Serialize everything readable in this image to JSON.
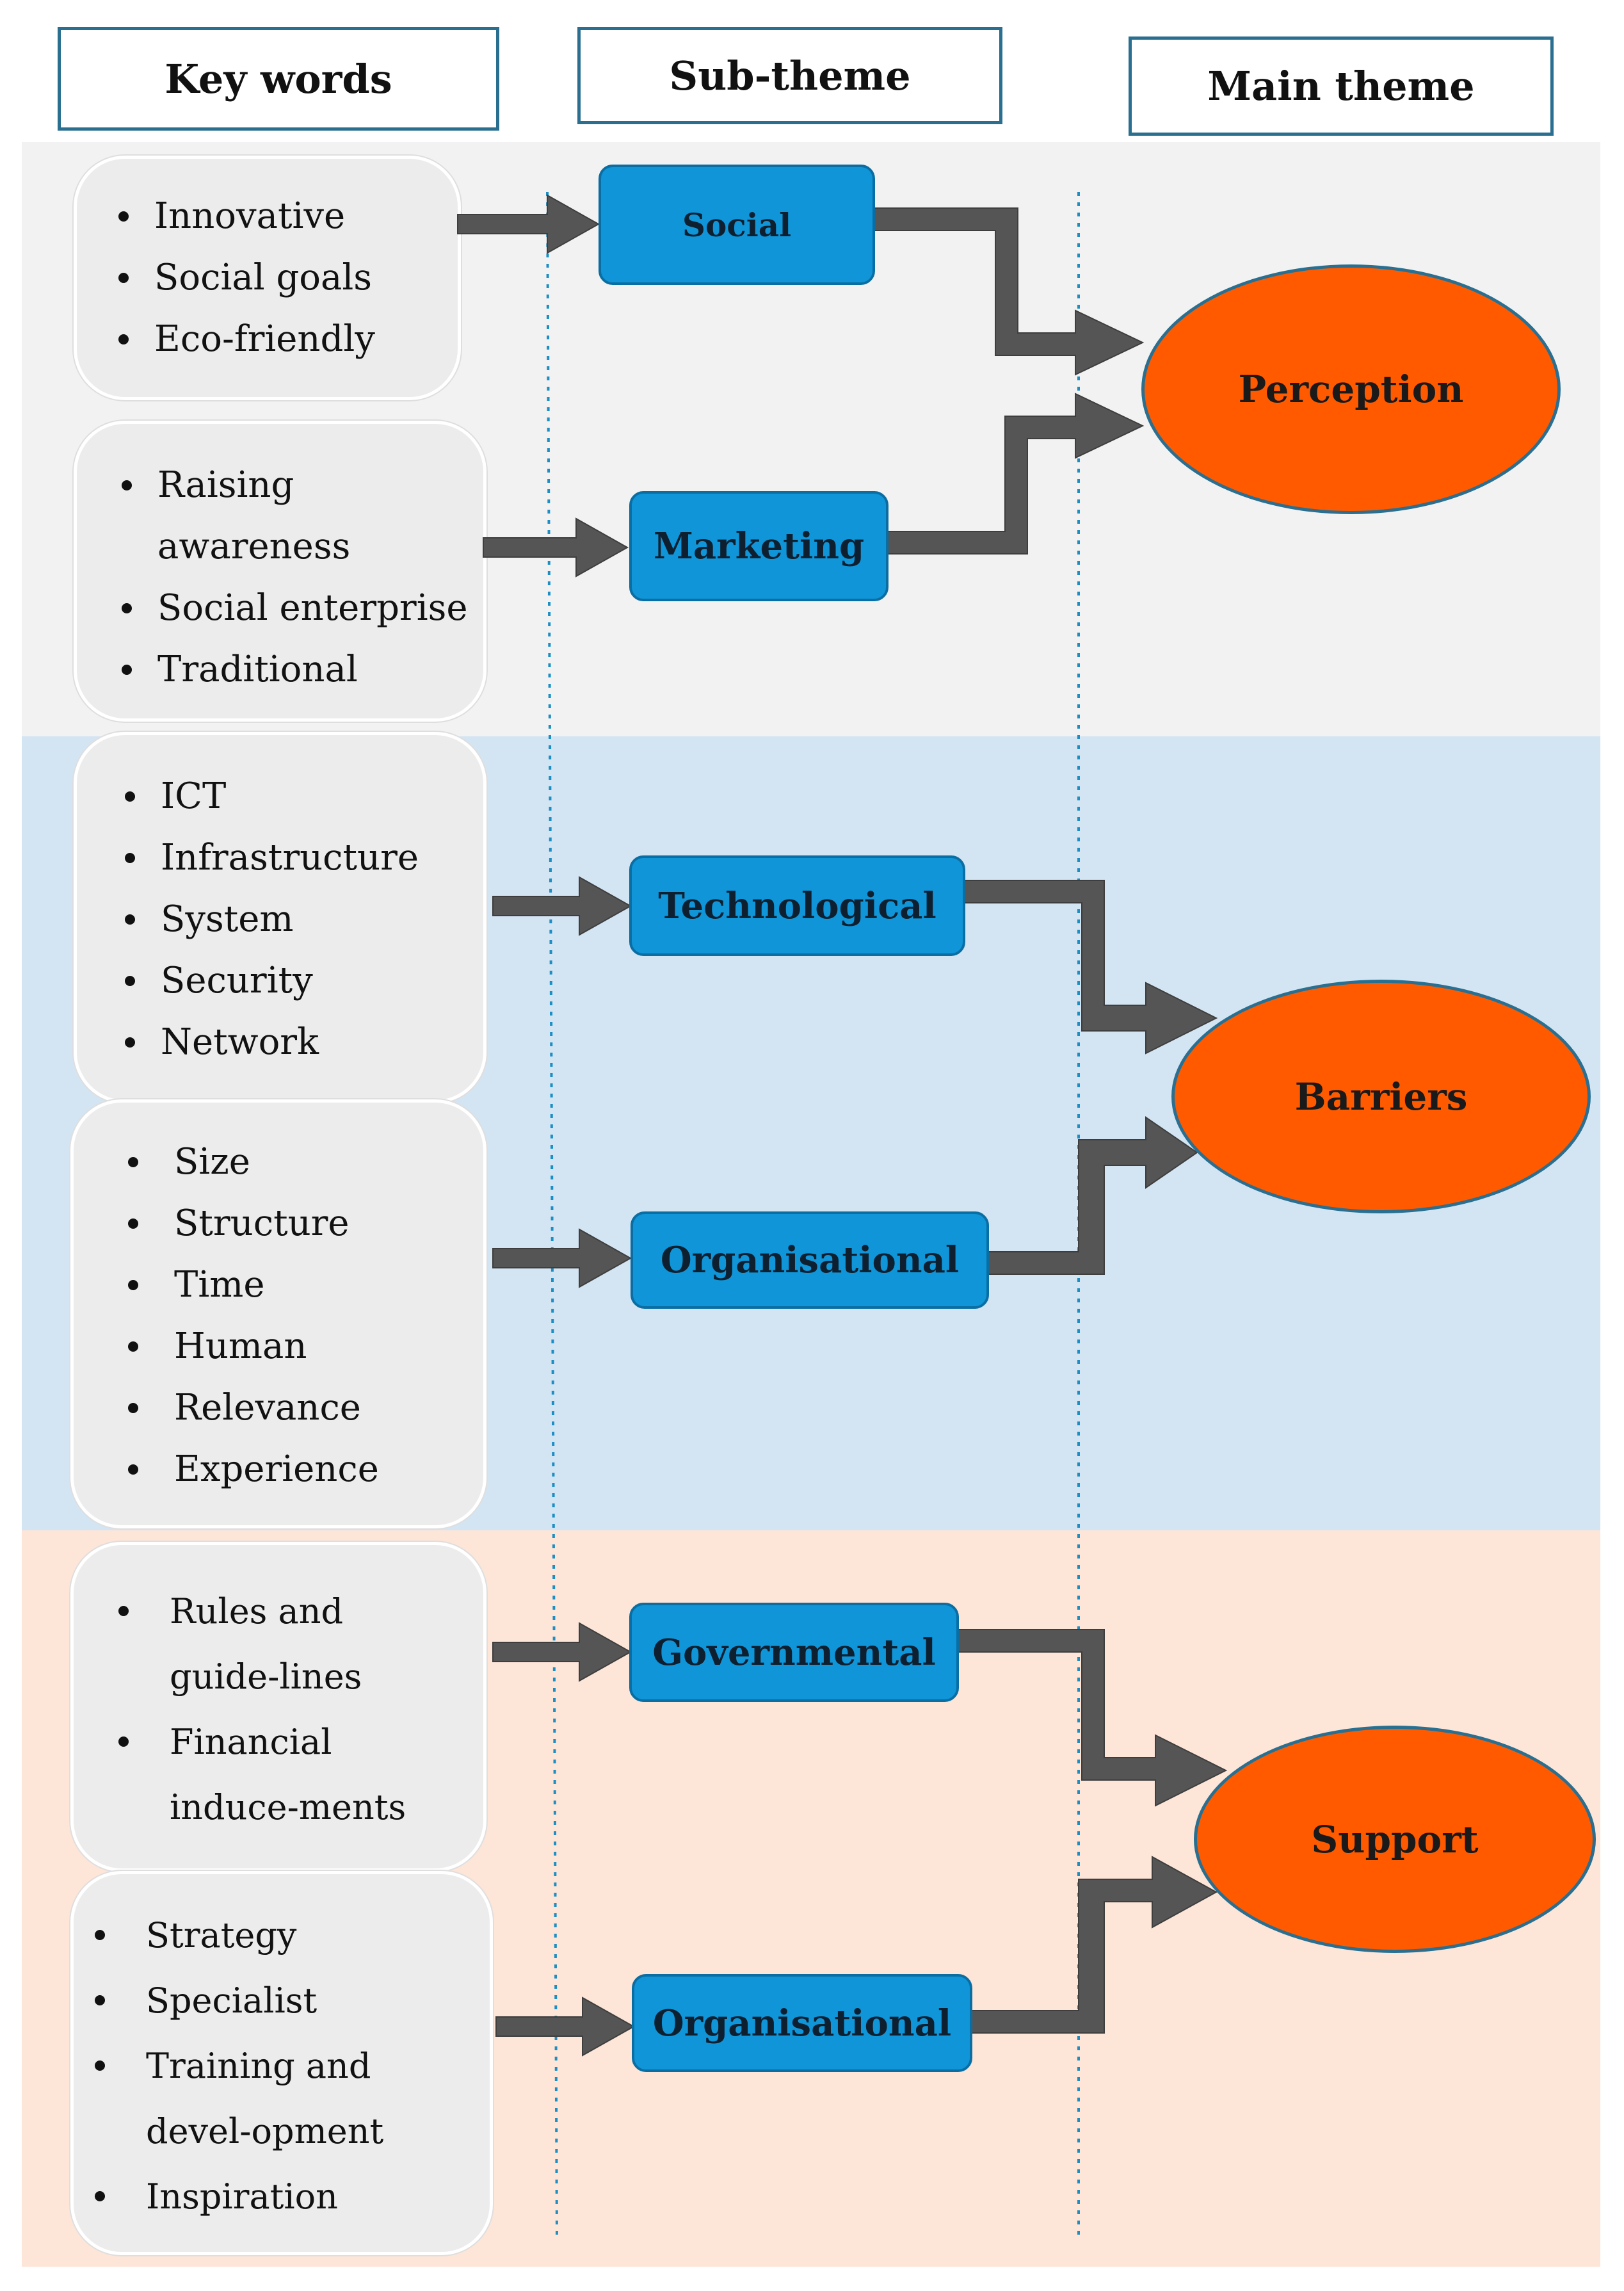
{
  "headers": {
    "key_words": "Key words",
    "sub_theme": "Sub-theme",
    "main_theme": "Main theme"
  },
  "colors": {
    "band_perception": "#f2f2f2",
    "band_barriers": "#d3e4f3",
    "band_support": "#fde5d8",
    "subtheme_fill": "#0f95d8",
    "maintheme_fill": "#ff5a00",
    "arrow": "#555555"
  },
  "keyword_groups": [
    {
      "items": [
        "Innovative",
        "Social goals",
        "Eco-friendly"
      ]
    },
    {
      "items": [
        "Raising awareness",
        "Social enterprise",
        "Traditional"
      ]
    },
    {
      "items": [
        "ICT",
        "Infrastructure",
        "System",
        "Security",
        "Network"
      ]
    },
    {
      "items": [
        "Size",
        "Structure",
        "Time",
        "Human",
        "Relevance",
        "Experience"
      ]
    },
    {
      "items": [
        "Rules and guide-lines",
        "Financial induce-ments"
      ]
    },
    {
      "items": [
        "Strategy",
        "Specialist",
        "Training and devel-opment",
        "Inspiration"
      ]
    }
  ],
  "sub_themes": [
    "Social",
    "Marketing",
    "Technological",
    "Organisational",
    "Governmental",
    "Organisational"
  ],
  "main_themes": [
    "Perception",
    "Barriers",
    "Support"
  ]
}
